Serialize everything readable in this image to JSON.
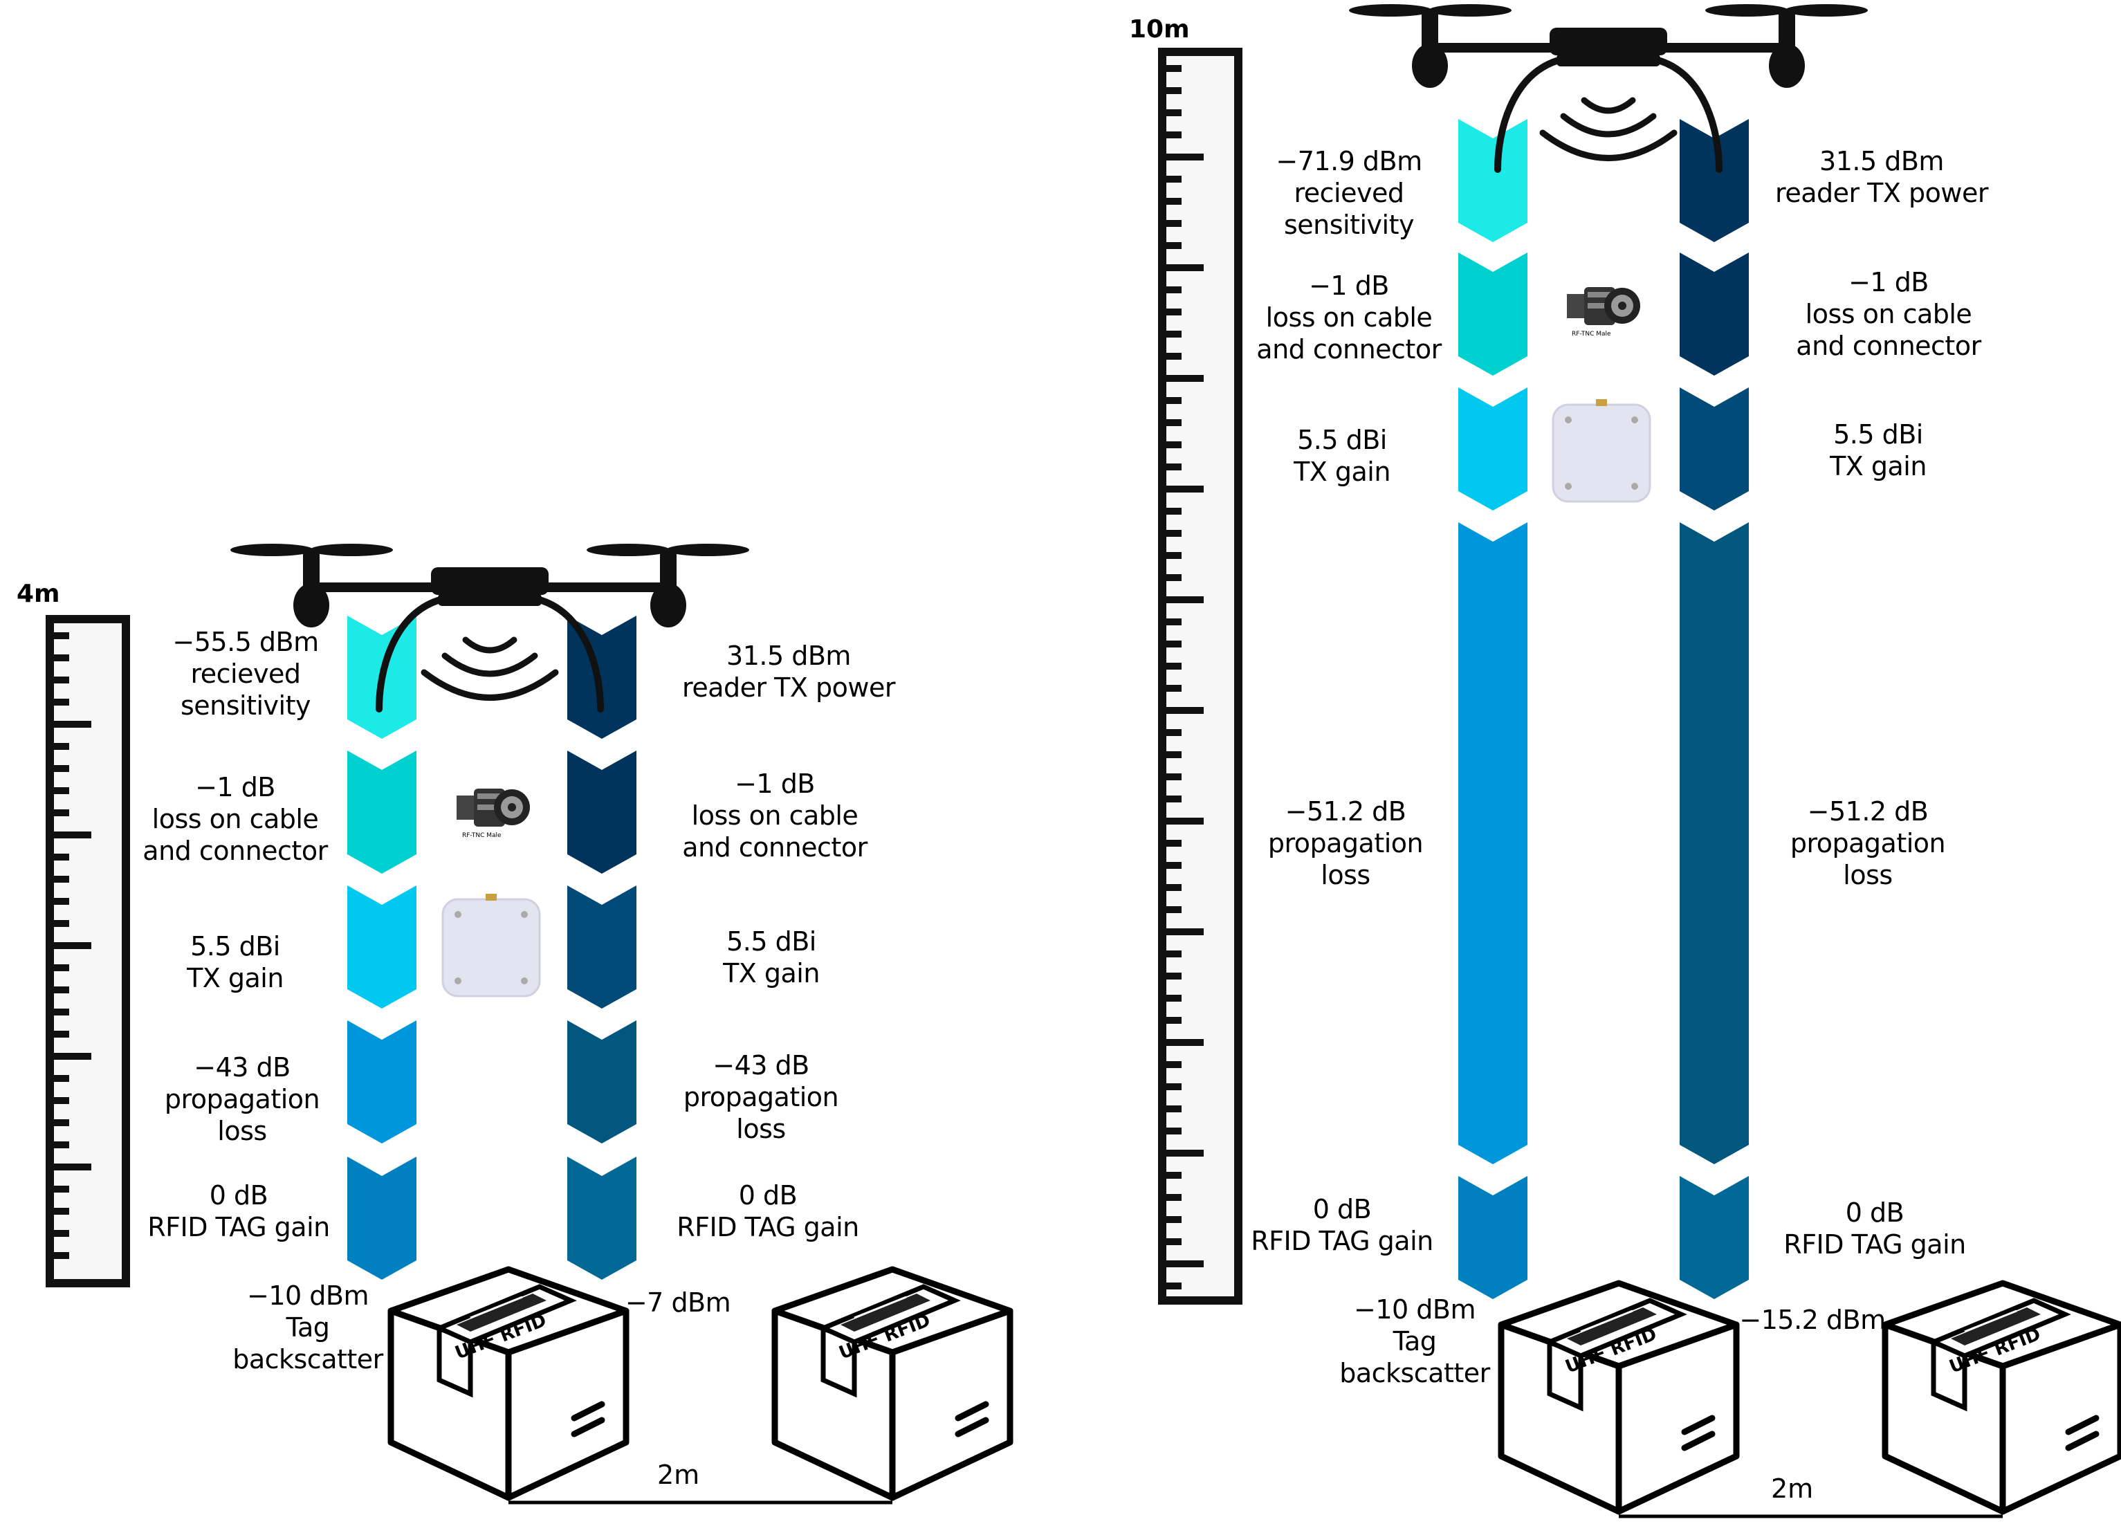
{
  "left_panel": {
    "scale_label": "4m",
    "received_sensitivity": [
      "−55.5 dBm",
      "recieved",
      "sensitivity"
    ],
    "reader_tx_power": [
      "31.5 dBm",
      "reader TX power"
    ],
    "cable_loss_left": [
      "−1 dB",
      "loss on cable",
      "and connector"
    ],
    "cable_loss_right": [
      "−1 dB",
      "loss on cable",
      "and connector"
    ],
    "tx_gain_left": [
      "5.5 dBi",
      "TX gain"
    ],
    "tx_gain_right": [
      "5.5 dBi",
      "TX gain"
    ],
    "propagation_left": [
      "−43 dB",
      "propagation",
      "loss"
    ],
    "propagation_right": [
      "−43 dB",
      "propagation",
      "loss"
    ],
    "tag_gain_left": [
      "0 dB",
      "RFID TAG gain"
    ],
    "tag_gain_right": [
      "0 dB",
      "RFID TAG gain"
    ],
    "tag_backscatter": [
      "−10 dBm",
      "Tag",
      "backscatter"
    ],
    "right_level": "−7 dBm",
    "distance": "2m"
  },
  "right_panel": {
    "scale_label": "10m",
    "received_sensitivity": [
      "−71.9 dBm",
      "recieved",
      "sensitivity"
    ],
    "reader_tx_power": [
      "31.5 dBm",
      "reader TX power"
    ],
    "cable_loss_left": [
      "−1 dB",
      "loss on cable",
      "and connector"
    ],
    "cable_loss_right": [
      "−1 dB",
      "loss on cable",
      "and connector"
    ],
    "tx_gain_left": [
      "5.5 dBi",
      "TX gain"
    ],
    "tx_gain_right": [
      "5.5 dBi",
      "TX gain"
    ],
    "propagation_left": [
      "−51.2 dB",
      "propagation",
      "loss"
    ],
    "propagation_right": [
      "−51.2 dB",
      "propagation",
      "loss"
    ],
    "tag_gain_left": [
      "0 dB",
      "RFID TAG gain"
    ],
    "tag_gain_right": [
      "0 dB",
      "RFID TAG gain"
    ],
    "tag_backscatter": [
      "−10 dBm",
      "Tag",
      "backscatter"
    ],
    "right_level": "−15.2 dBm",
    "distance": "2m"
  },
  "tag_label": "UHF RFID",
  "connector_caption": "RF-TNC Male",
  "colors": {
    "up_seg1": "#1DE9E6",
    "up_seg2": "#00D0CF",
    "up_seg3": "#00C8EF",
    "up_seg4": "#0096DB",
    "up_seg5": "#0080BF",
    "down_seg1": "#01345C",
    "down_seg2": "#01345C",
    "down_seg3": "#024A78",
    "down_seg4": "#02577F",
    "down_seg5": "#026896"
  }
}
